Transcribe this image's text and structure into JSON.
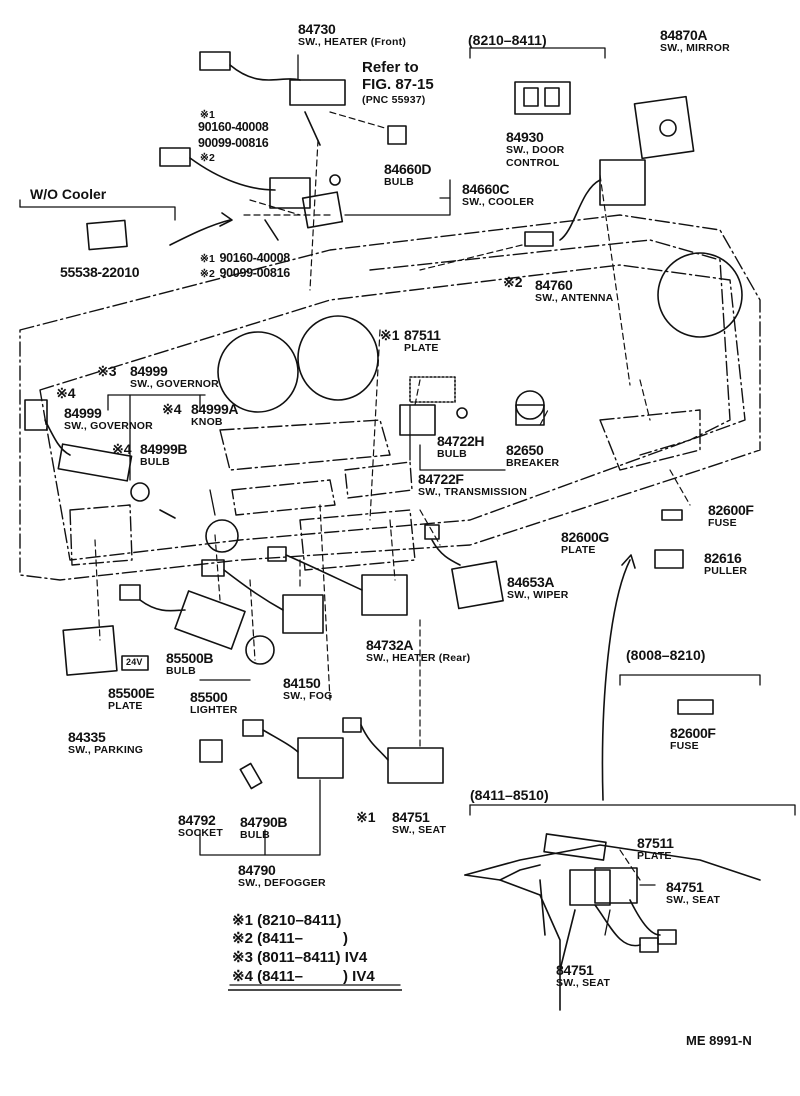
{
  "doc_code": "ME  8991-N",
  "headers": {
    "range_a": "(8210–8411)",
    "range_b": "(8008–8210)",
    "range_c": "(8411–8510)",
    "wo_cooler": "W/O Cooler",
    "refer": "Refer to",
    "refer_fig": "FIG. 87-15",
    "refer_pnc": "(PNC 55937)"
  },
  "parts": [
    {
      "pn": "84730",
      "desc": "SW., HEATER (Front)"
    },
    {
      "pn": "84870A",
      "desc": "SW., MIRROR"
    },
    {
      "pn": "84930",
      "desc": "SW., DOOR"
    },
    {
      "pn": "",
      "desc": "CONTROL"
    },
    {
      "pn": "84660D",
      "desc": "BULB"
    },
    {
      "pn": "84660C",
      "desc": "SW., COOLER"
    },
    {
      "pn": "55538-22010",
      "desc": ""
    },
    {
      "pn": "84760",
      "desc": "SW., ANTENNA"
    },
    {
      "pn": "87511",
      "desc": "PLATE"
    },
    {
      "pn": "84999",
      "desc": "SW., GOVERNOR"
    },
    {
      "pn": "84999",
      "desc": "SW., GOVERNOR"
    },
    {
      "pn": "84999A",
      "desc": "KNOB"
    },
    {
      "pn": "84999B",
      "desc": "BULB"
    },
    {
      "pn": "84722H",
      "desc": "BULB"
    },
    {
      "pn": "84722F",
      "desc": "SW., TRANSMISSION"
    },
    {
      "pn": "82650",
      "desc": "BREAKER"
    },
    {
      "pn": "82600G",
      "desc": "PLATE"
    },
    {
      "pn": "82600F",
      "desc": "FUSE"
    },
    {
      "pn": "82616",
      "desc": "PULLER"
    },
    {
      "pn": "84653A",
      "desc": "SW., WIPER"
    },
    {
      "pn": "84732A",
      "desc": "SW., HEATER (Rear)"
    },
    {
      "pn": "85500B",
      "desc": "BULB"
    },
    {
      "pn": "85500E",
      "desc": "PLATE"
    },
    {
      "pn": "85500",
      "desc": "LIGHTER"
    },
    {
      "pn": "84150",
      "desc": "SW., FOG"
    },
    {
      "pn": "84335",
      "desc": "SW., PARKING"
    },
    {
      "pn": "82600F",
      "desc": "FUSE"
    },
    {
      "pn": "84792",
      "desc": "SOCKET"
    },
    {
      "pn": "84790B",
      "desc": "BULB"
    },
    {
      "pn": "84790",
      "desc": "SW., DEFOGGER"
    },
    {
      "pn": "84751",
      "desc": "SW., SEAT"
    },
    {
      "pn": "87511",
      "desc": "PLATE"
    },
    {
      "pn": "84751",
      "desc": "SW., SEAT"
    },
    {
      "pn": "84751",
      "desc": "SW., SEAT"
    }
  ],
  "screws": [
    {
      "mark": "※1",
      "pn": "90160-40008"
    },
    {
      "mark": "",
      "pn": "90099-00816"
    },
    {
      "mark": "※2",
      "pn": ""
    },
    {
      "mark": "※1",
      "pn": "90160-40008"
    },
    {
      "mark": "※2",
      "pn": "90099-00816"
    }
  ],
  "marks": {
    "m2": "※2",
    "m1": "※1",
    "m3": "※3",
    "m4a": "※4",
    "m4b": "※4",
    "m4c": "※4",
    "m1b": "※1"
  },
  "plate_text": "24V",
  "legend": [
    {
      "mark": "※1",
      "range": "(8210–8411)",
      "suffix": ""
    },
    {
      "mark": "※2",
      "range": "(8411–",
      "suffix": ")"
    },
    {
      "mark": "※3",
      "range": "(8011–8411)",
      "suffix": "IV4"
    },
    {
      "mark": "※4",
      "range": "(8411–",
      "suffix": ") IV4"
    }
  ]
}
